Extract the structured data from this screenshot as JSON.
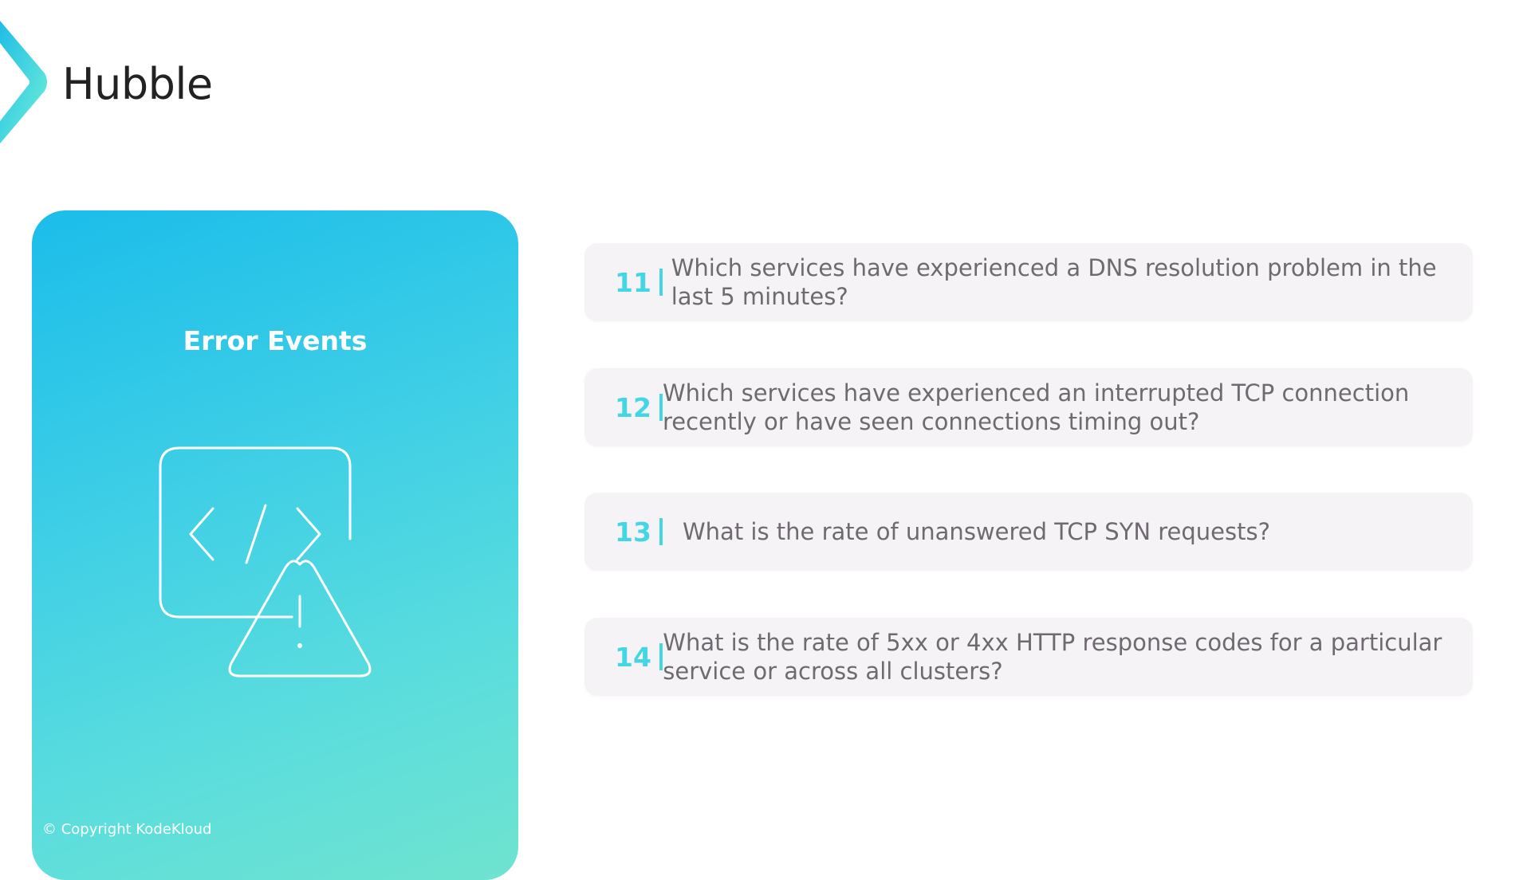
{
  "header": {
    "title": "Hubble",
    "logo_icon": "chevron-logo-icon"
  },
  "panel": {
    "title": "Error Events",
    "icon": "code-warning-icon",
    "copyright": "© Copyright KodeKloud"
  },
  "colors": {
    "accent": "#45d6e4",
    "panel_start": "#1bbdea",
    "panel_end": "#6fe3cf",
    "question_text": "#6e6a70",
    "card_bg": "#f6f3f7"
  },
  "questions": [
    {
      "number": "11",
      "text": "Which services have experienced a DNS resolution problem in the last 5 minutes?"
    },
    {
      "number": "12",
      "text": "Which services have experienced an interrupted TCP connection recently or have seen connections timing out?"
    },
    {
      "number": "13",
      "text": "What is the rate of unanswered TCP SYN requests?"
    },
    {
      "number": "14",
      "text": "What is the rate of 5xx or 4xx HTTP response codes for a particular service or across all clusters?"
    }
  ]
}
